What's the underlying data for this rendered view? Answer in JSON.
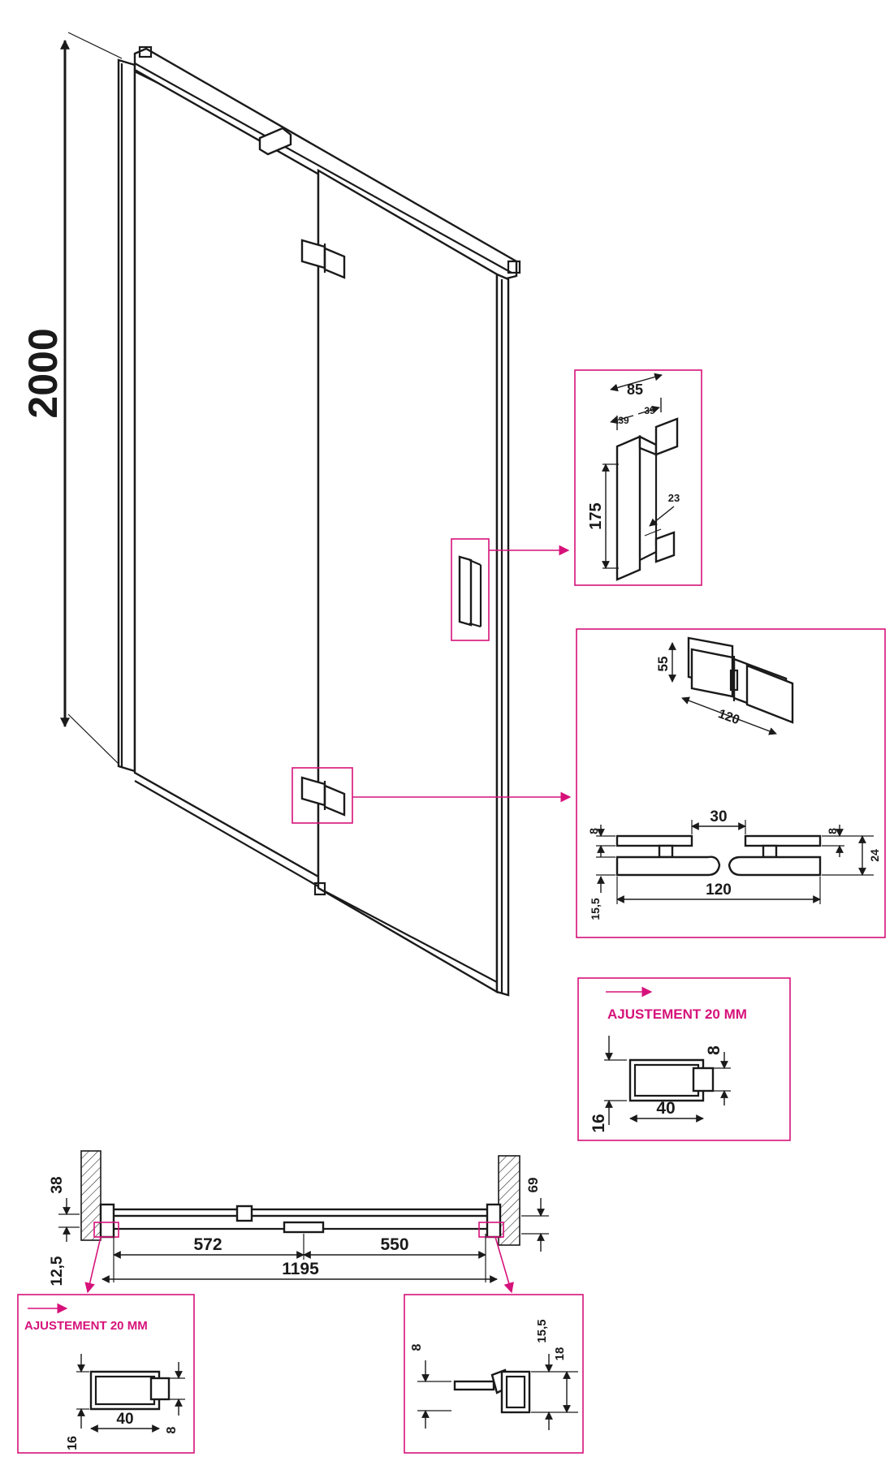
{
  "colors": {
    "line": "#1a1a1a",
    "accent": "#d6127a",
    "background": "#ffffff"
  },
  "main_view": {
    "height_dim": "2000"
  },
  "handle_detail": {
    "width": "85",
    "half_left": "39",
    "half_right": "39",
    "height": "175",
    "diameter": "23"
  },
  "hinge_detail": {
    "height": "55",
    "length": "120",
    "gap": "30",
    "top_left": "8",
    "top_right": "8",
    "total_right": "24",
    "bottom_left": "15,5",
    "bottom_length": "120"
  },
  "profile_detail": {
    "label": "AJUSTEMENT 20 MM",
    "gap": "8",
    "height": "16",
    "width": "40"
  },
  "plan_view": {
    "left_top": "38",
    "left_bottom": "12,5",
    "right_top": "69",
    "seg_left": "572",
    "seg_right": "550",
    "total": "1195"
  },
  "plan_left_detail": {
    "label": "AJUSTEMENT 20 MM",
    "height": "16",
    "width": "40",
    "gap": "8"
  },
  "plan_right_detail": {
    "left": "8",
    "top": "15,5",
    "total": "18"
  }
}
